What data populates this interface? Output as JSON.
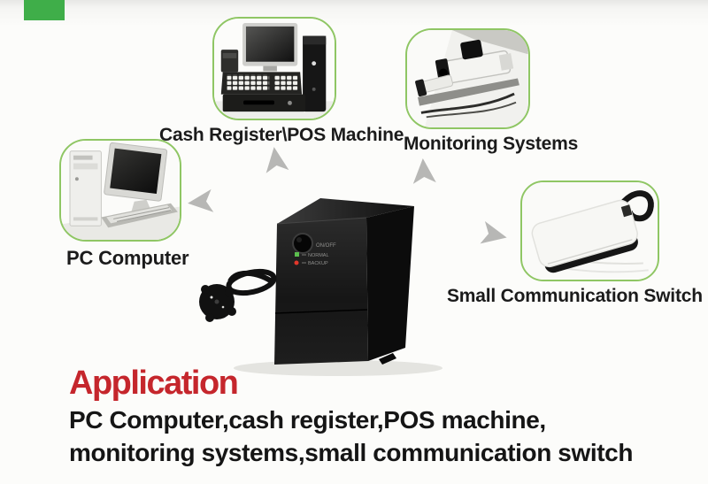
{
  "page": {
    "background": "#fcfcfa",
    "top_band_color": "#e7e7e5"
  },
  "decor": {
    "corner_accent_color": "#3fae49"
  },
  "diagram": {
    "applications": {
      "pos": {
        "label": "Cash Register\\POS Machine",
        "icon": "cash-register-icon"
      },
      "monitoring": {
        "label": "Monitoring Systems",
        "icon": "cctv-camera-icon"
      },
      "pc": {
        "label": "PC Computer",
        "icon": "desktop-pc-icon"
      },
      "comm_switch": {
        "label": "Small Communication Switch",
        "icon": "network-switch-icon"
      }
    },
    "device": {
      "kind": "ups-tower-unit",
      "panel": {
        "power_label": "ON/OFF",
        "status_normal": "NORMAL",
        "status_backup": "BACKUP",
        "led_normal_color": "#5bbf4e",
        "led_backup_color": "#e2372b"
      }
    },
    "style": {
      "card_border_color": "#8fc664",
      "arrow_color": "#b7b7b5"
    }
  },
  "section": {
    "title": "Application",
    "title_color": "#c5262c",
    "description_line1": "PC Computer,cash register,POS machine,",
    "description_line2": "monitoring systems,small communication switch"
  }
}
